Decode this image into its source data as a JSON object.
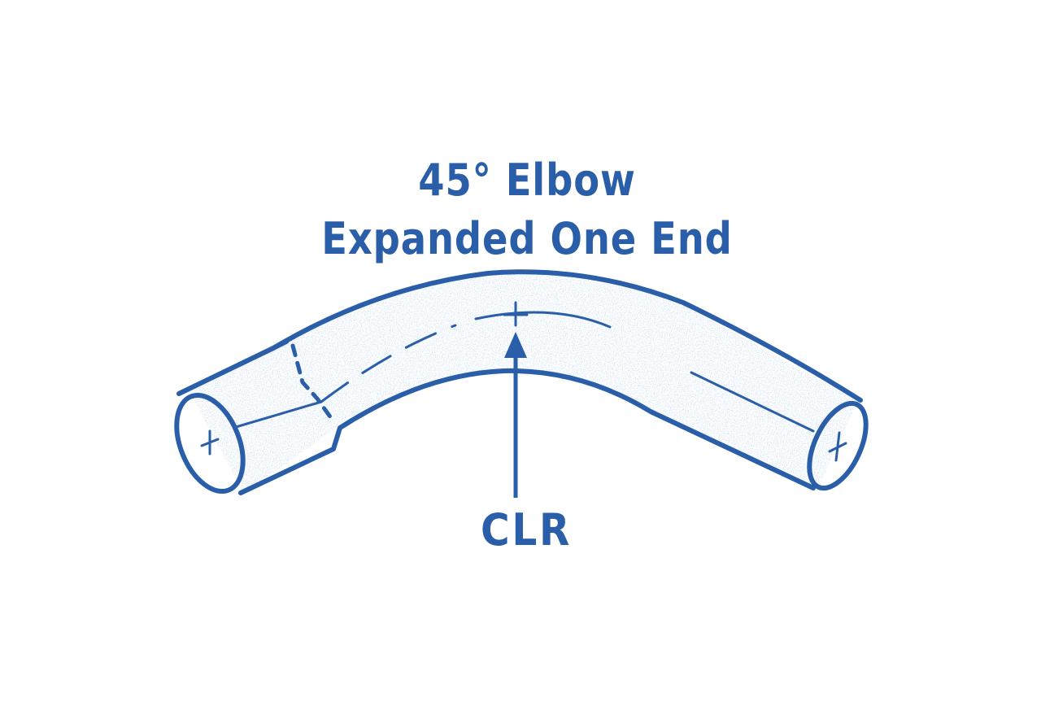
{
  "diagram": {
    "title_line1": "45° Elbow",
    "title_line2": "Expanded One End",
    "clr_label": "CLR",
    "ink_color": "#2a5ea8",
    "background_color": "#ffffff"
  }
}
